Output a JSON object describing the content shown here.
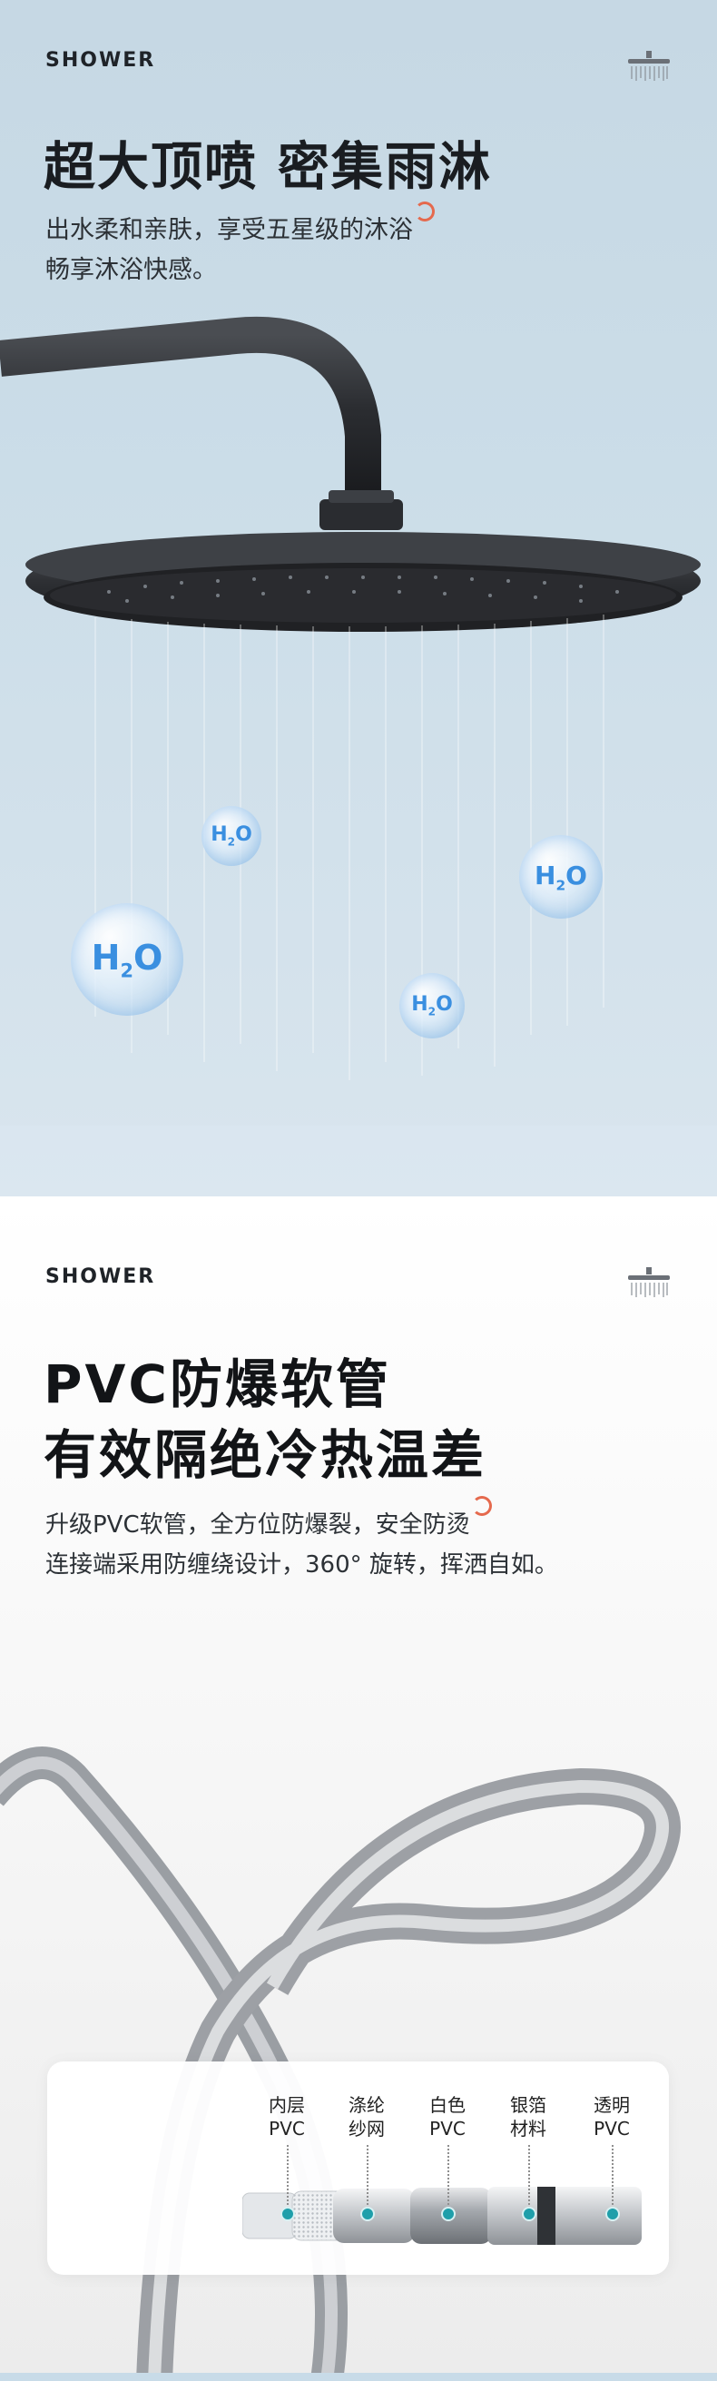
{
  "section1": {
    "label": "SHOWER",
    "title": "超大顶喷 密集雨淋",
    "desc_line1": "出水柔和亲肤，享受五星级的沐浴",
    "desc_line2": "畅享沐浴快感。",
    "bubble_text": "H2O"
  },
  "section2": {
    "label": "SHOWER",
    "title_line1": "PVC防爆软管",
    "title_line2": "有效隔绝冷热温差",
    "desc_line1": "升级PVC软管，全方位防爆裂，安全防烫",
    "desc_line2": "连接端采用防缠绕设计，360° 旋转，挥洒自如。",
    "layers": [
      {
        "line1": "内层",
        "line2": "PVC"
      },
      {
        "line1": "涤纶",
        "line2": "纱网"
      },
      {
        "line1": "白色",
        "line2": "PVC"
      },
      {
        "line1": "银箔",
        "line2": "材料"
      },
      {
        "line1": "透明",
        "line2": "PVC"
      }
    ]
  },
  "colors": {
    "accent_ring": "#e5694d",
    "bubble_text": "#3a8fe0",
    "layer_dot": "#1f9faa"
  },
  "icons": [
    "shower-head-icon",
    "h2o-bubble-icon"
  ]
}
